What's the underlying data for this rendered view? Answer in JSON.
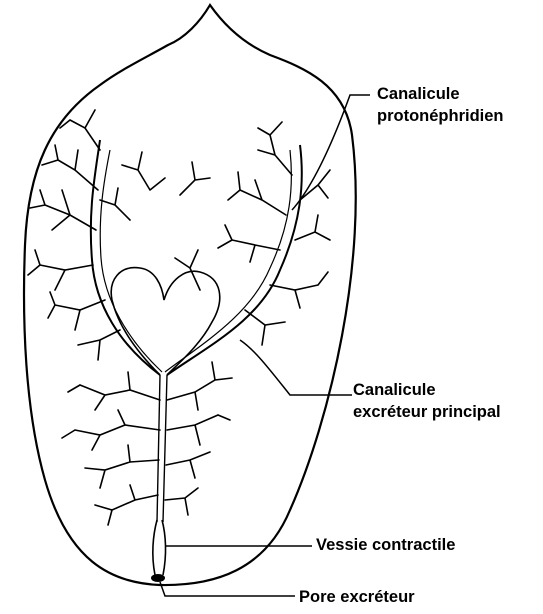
{
  "labels": {
    "protonephridial": "Canalicule protonéphridien",
    "protonephridial_line1": "Canalicule",
    "protonephridial_line2": "protonéphridien",
    "main_canal_line1": "Canalicule",
    "main_canal_line2": "excréteur principal",
    "bladder": "Vessie contractile",
    "pore": "Pore excréteur"
  },
  "colors": {
    "ink": "#000000",
    "background": "#ffffff"
  }
}
